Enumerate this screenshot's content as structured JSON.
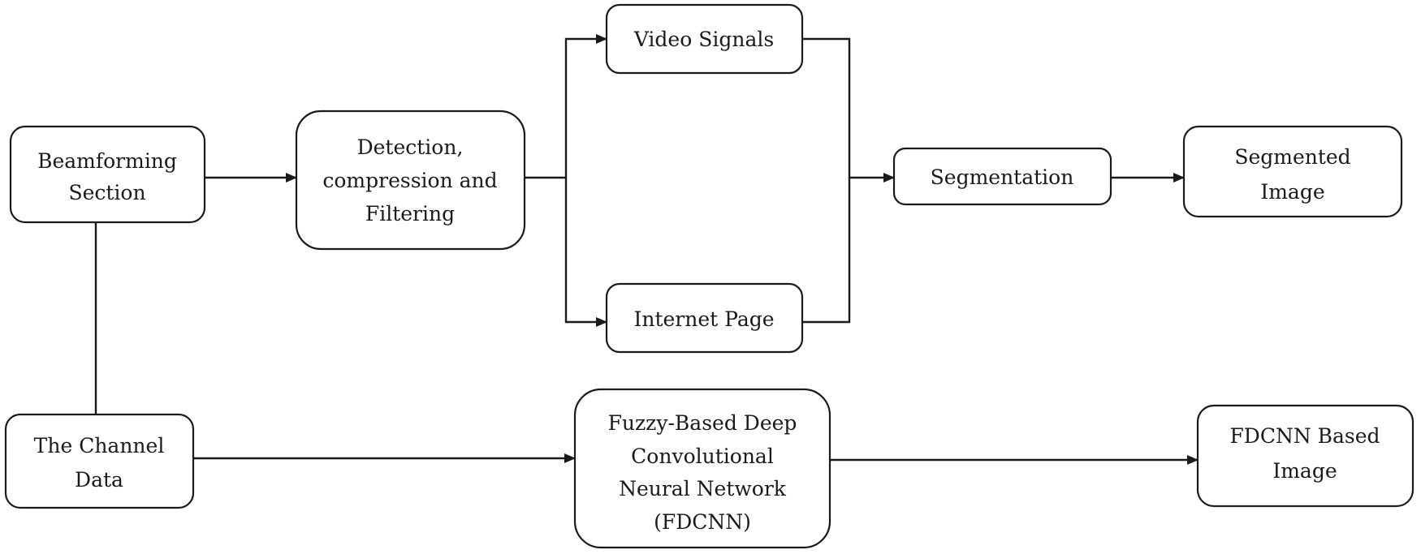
{
  "nodes": {
    "beamforming": {
      "lines": [
        "Beamforming",
        "Section"
      ]
    },
    "detection": {
      "lines": [
        "Detection,",
        "compression and",
        "Filtering"
      ]
    },
    "video_signals": {
      "lines": [
        "Video Signals"
      ]
    },
    "internet_page": {
      "lines": [
        "Internet Page"
      ]
    },
    "segmentation": {
      "lines": [
        "Segmentation"
      ]
    },
    "segmented_image": {
      "lines": [
        "Segmented",
        "Image"
      ]
    },
    "channel_data": {
      "lines": [
        "The Channel",
        "Data"
      ]
    },
    "fdcnn": {
      "lines": [
        "Fuzzy-Based Deep",
        "Convolutional",
        "Neural Network",
        "(FDCNN)"
      ]
    },
    "fdcnn_image": {
      "lines": [
        "FDCNN Based",
        "Image"
      ]
    }
  },
  "edges": [
    {
      "from": "beamforming",
      "to": "detection",
      "arrow": true
    },
    {
      "from": "detection",
      "to": "video_signals",
      "arrow": true
    },
    {
      "from": "detection",
      "to": "internet_page",
      "arrow": true
    },
    {
      "from": "video_signals",
      "to": "segmentation",
      "arrow": true
    },
    {
      "from": "internet_page",
      "to": "segmentation",
      "arrow": true
    },
    {
      "from": "segmentation",
      "to": "segmented_image",
      "arrow": true
    },
    {
      "from": "beamforming",
      "to": "channel_data",
      "arrow": false
    },
    {
      "from": "channel_data",
      "to": "fdcnn",
      "arrow": true
    },
    {
      "from": "fdcnn",
      "to": "fdcnn_image",
      "arrow": true
    }
  ]
}
